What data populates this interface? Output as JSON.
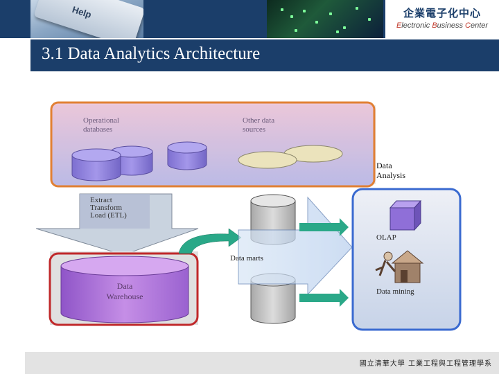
{
  "header": {
    "help_key_text": "Help",
    "logo_title": "企業電子化中心",
    "logo_subtitle_parts": [
      "E",
      "lectronic ",
      "B",
      "usiness ",
      "C",
      "enter"
    ]
  },
  "slide": {
    "title": "3.1 Data Analytics Architecture"
  },
  "diagram": {
    "sources_group": {
      "operational_label": [
        "Operational",
        "databases"
      ],
      "other_label": [
        "Other data",
        "sources"
      ]
    },
    "etl_label": [
      "Extract",
      "Transform",
      "Load (ETL)"
    ],
    "warehouse_label": [
      "Data",
      "Warehouse"
    ],
    "datamarts_label": "Data marts",
    "analysis_label": [
      "Data",
      "Analysis"
    ],
    "olap_label": "OLAP",
    "datamining_label": "Data mining",
    "colors": {
      "sources_border": "#e07a2a",
      "warehouse_border": "#c0282a",
      "analysis_border": "#3a6ad0",
      "arrow_green": "#2aa888"
    }
  },
  "footer": {
    "text": "國立清華大學 工業工程與工程管理學系"
  }
}
